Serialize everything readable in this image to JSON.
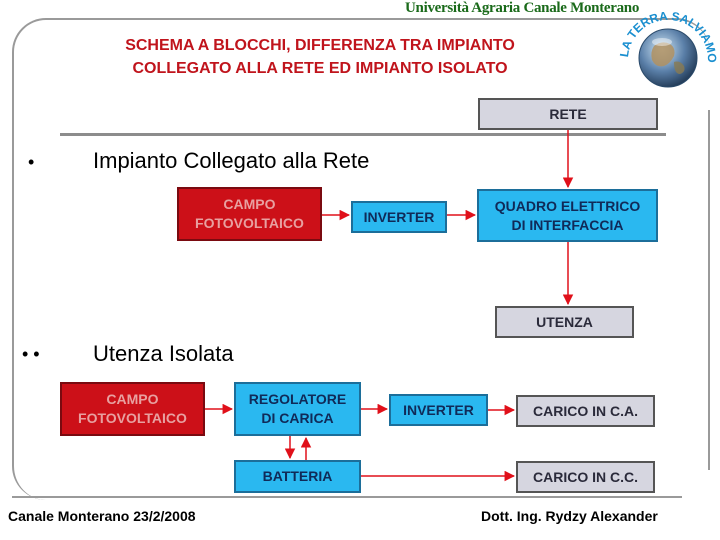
{
  "header": {
    "title_line1": "SCHEMA A BLOCCHI, DIFFERENZA TRA IMPIANTO",
    "title_line2": "COLLEGATO ALLA RETE ED IMPIANTO ISOLATO",
    "university": "Università Agraria Canale Monterano",
    "logo_text": "LA TERRA SALVIAMOLA"
  },
  "section1": {
    "bullet": "•",
    "heading": "Impianto Collegato alla Rete",
    "boxes": {
      "rete": "RETE",
      "campo_line1": "CAMPO",
      "campo_line2": "FOTOVOLTAICO",
      "inverter": "INVERTER",
      "quadro_line1": "QUADRO ELETTRICO",
      "quadro_line2": "DI INTERFACCIA",
      "utenza": "UTENZA"
    }
  },
  "section2": {
    "bullet": "• •",
    "heading": "Utenza Isolata",
    "boxes": {
      "campo_line1": "CAMPO",
      "campo_line2": "FOTOVOLTAICO",
      "regolatore_line1": "REGOLATORE",
      "regolatore_line2": "DI CARICA",
      "inverter": "INVERTER",
      "carico_ca": "CARICO IN C.A.",
      "batteria": "BATTERIA",
      "carico_cc": "CARICO IN C.C."
    }
  },
  "footer": {
    "left": "Canale Monterano 23/2/2008",
    "right": "Dott. Ing. Rydzy Alexander"
  },
  "colors": {
    "title_red": "#c0141c",
    "box_red": "#cc1018",
    "box_blue": "#2ab8f0",
    "box_gray": "#d6d6e0",
    "arrow_red": "#e0101a"
  }
}
